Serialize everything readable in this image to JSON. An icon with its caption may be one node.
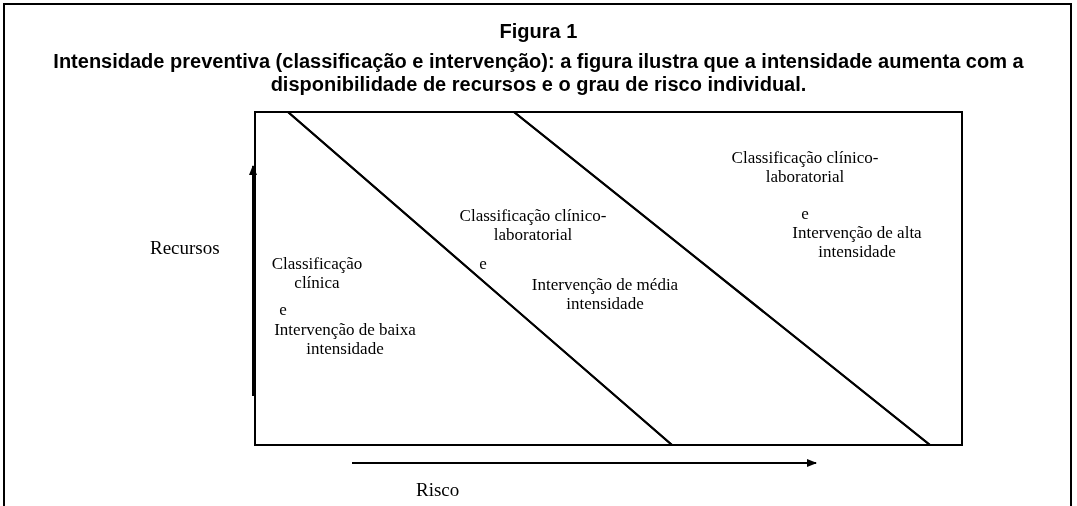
{
  "diagram": {
    "title": "Figura 1",
    "caption": "Intensidade preventiva (classificação e intervenção): a figura ilustra que a intensidade aumenta com a disponibilidade de recursos e o grau de risco individual.",
    "nodes": [
      {
        "text": [
          "Classificação clínica",
          "e",
          "Intervenção de baixa intensidade"
        ]
      },
      {
        "text": [
          "Classificação clínico-laboratorial",
          "e",
          "Intervenção de média intensidade"
        ]
      },
      {
        "text": [
          "Classificação clínico-laboratorial",
          "e",
          "Intervenção de alta intensidade"
        ]
      }
    ],
    "edges": [],
    "labels": [
      "Recursos",
      "Risco"
    ]
  }
}
